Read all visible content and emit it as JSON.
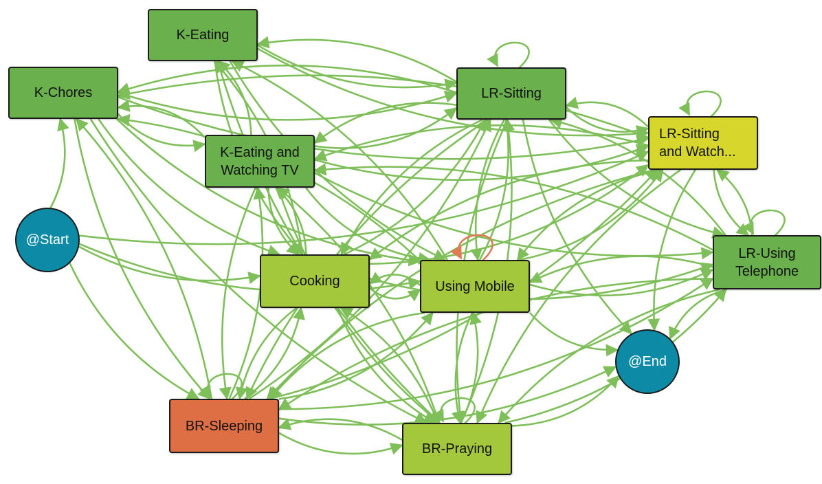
{
  "colors": {
    "edge": "#7fbf5a",
    "edge_highlight": "#e07a55",
    "node_dark_green": "#6ab04c",
    "node_light_green": "#a4c83c",
    "node_yellow": "#d6d62c",
    "node_orange": "#de6f45",
    "node_teal": "#0d8aa6"
  },
  "nodes": {
    "k_eating": {
      "label": "K-Eating",
      "color": "#6ab04c"
    },
    "k_chores": {
      "label": "K-Chores",
      "color": "#6ab04c"
    },
    "lr_sitting": {
      "label": "LR-Sitting",
      "color": "#6ab04c"
    },
    "lr_sitting_watch": {
      "label": "LR-Sitting\nand Watch...",
      "color": "#d6d62c"
    },
    "k_eating_tv": {
      "label": "K-Eating and\nWatching TV",
      "color": "#6ab04c"
    },
    "start": {
      "label": "@Start",
      "color": "#0d8aa6"
    },
    "cooking": {
      "label": "Cooking",
      "color": "#a4c83c"
    },
    "using_mobile": {
      "label": "Using Mobile",
      "color": "#a4c83c"
    },
    "lr_using_tel": {
      "label": "LR-Using\nTelephone",
      "color": "#6ab04c"
    },
    "end": {
      "label": "@End",
      "color": "#0d8aa6"
    },
    "br_sleeping": {
      "label": "BR-Sleeping",
      "color": "#de6f45"
    },
    "br_praying": {
      "label": "BR-Praying",
      "color": "#a4c83c"
    }
  },
  "edges": [
    [
      "k_eating",
      "lr_sitting"
    ],
    [
      "lr_sitting",
      "k_eating"
    ],
    [
      "k_eating",
      "lr_sitting_watch"
    ],
    [
      "k_eating",
      "cooking"
    ],
    [
      "k_eating",
      "using_mobile"
    ],
    [
      "k_eating",
      "br_praying"
    ],
    [
      "cooking",
      "k_eating"
    ],
    [
      "using_mobile",
      "k_eating"
    ],
    [
      "k_eating_tv",
      "k_eating"
    ],
    [
      "k_chores",
      "lr_sitting"
    ],
    [
      "lr_sitting",
      "k_chores"
    ],
    [
      "lr_sitting_watch",
      "k_chores"
    ],
    [
      "k_chores",
      "lr_sitting_watch"
    ],
    [
      "k_chores",
      "k_eating_tv"
    ],
    [
      "k_chores",
      "br_sleeping"
    ],
    [
      "k_chores",
      "cooking"
    ],
    [
      "k_chores",
      "using_mobile"
    ],
    [
      "k_chores",
      "br_praying"
    ],
    [
      "using_mobile",
      "k_chores"
    ],
    [
      "br_sleeping",
      "k_chores"
    ],
    [
      "k_eating_tv",
      "k_chores"
    ],
    [
      "lr_sitting",
      "lr_sitting_watch"
    ],
    [
      "lr_sitting_watch",
      "lr_sitting"
    ],
    [
      "lr_sitting",
      "k_eating_tv"
    ],
    [
      "k_eating_tv",
      "lr_sitting"
    ],
    [
      "lr_sitting",
      "cooking"
    ],
    [
      "lr_sitting",
      "using_mobile"
    ],
    [
      "using_mobile",
      "lr_sitting"
    ],
    [
      "lr_sitting",
      "br_sleeping"
    ],
    [
      "br_sleeping",
      "lr_sitting"
    ],
    [
      "lr_sitting",
      "br_praying"
    ],
    [
      "lr_sitting",
      "lr_using_tel"
    ],
    [
      "lr_sitting",
      "end"
    ],
    [
      "lr_sitting_watch",
      "k_eating_tv"
    ],
    [
      "k_eating_tv",
      "lr_sitting_watch"
    ],
    [
      "lr_sitting_watch",
      "cooking"
    ],
    [
      "lr_sitting_watch",
      "using_mobile"
    ],
    [
      "using_mobile",
      "lr_sitting_watch"
    ],
    [
      "lr_sitting_watch",
      "br_sleeping"
    ],
    [
      "br_sleeping",
      "lr_sitting_watch"
    ],
    [
      "lr_sitting_watch",
      "br_praying"
    ],
    [
      "lr_sitting_watch",
      "lr_using_tel"
    ],
    [
      "lr_using_tel",
      "lr_sitting_watch"
    ],
    [
      "lr_sitting_watch",
      "end"
    ],
    [
      "k_eating_tv",
      "cooking"
    ],
    [
      "k_eating_tv",
      "using_mobile"
    ],
    [
      "k_eating_tv",
      "br_sleeping"
    ],
    [
      "br_sleeping",
      "k_eating_tv"
    ],
    [
      "k_eating_tv",
      "br_praying"
    ],
    [
      "k_eating_tv",
      "lr_using_tel"
    ],
    [
      "cooking",
      "k_eating_tv"
    ],
    [
      "start",
      "k_chores"
    ],
    [
      "start",
      "lr_sitting_watch"
    ],
    [
      "start",
      "cooking"
    ],
    [
      "start",
      "br_sleeping"
    ],
    [
      "start",
      "using_mobile"
    ],
    [
      "cooking",
      "using_mobile"
    ],
    [
      "using_mobile",
      "cooking"
    ],
    [
      "cooking",
      "br_sleeping"
    ],
    [
      "br_sleeping",
      "cooking"
    ],
    [
      "cooking",
      "br_praying"
    ],
    [
      "cooking",
      "lr_sitting"
    ],
    [
      "cooking",
      "lr_sitting_watch"
    ],
    [
      "cooking",
      "lr_using_tel"
    ],
    [
      "using_mobile",
      "br_sleeping"
    ],
    [
      "br_sleeping",
      "using_mobile"
    ],
    [
      "using_mobile",
      "br_praying"
    ],
    [
      "br_praying",
      "using_mobile"
    ],
    [
      "using_mobile",
      "lr_using_tel"
    ],
    [
      "lr_using_tel",
      "using_mobile"
    ],
    [
      "using_mobile",
      "end"
    ],
    [
      "lr_using_tel",
      "end"
    ],
    [
      "lr_using_tel",
      "br_sleeping"
    ],
    [
      "lr_using_tel",
      "br_praying"
    ],
    [
      "lr_using_tel",
      "k_eating_tv"
    ],
    [
      "lr_using_tel",
      "lr_sitting"
    ],
    [
      "br_sleeping",
      "br_praying"
    ],
    [
      "br_praying",
      "br_sleeping"
    ],
    [
      "br_sleeping",
      "lr_using_tel"
    ],
    [
      "br_sleeping",
      "end"
    ],
    [
      "br_praying",
      "cooking"
    ],
    [
      "br_praying",
      "lr_sitting"
    ],
    [
      "br_praying",
      "end"
    ],
    [
      "br_praying",
      "lr_using_tel"
    ],
    [
      "br_praying",
      "k_eating_tv"
    ]
  ],
  "self_loops": [
    "lr_sitting",
    "lr_sitting_watch",
    "lr_using_tel",
    "br_sleeping",
    "br_praying",
    "using_mobile"
  ],
  "highlight_loop": "using_mobile"
}
